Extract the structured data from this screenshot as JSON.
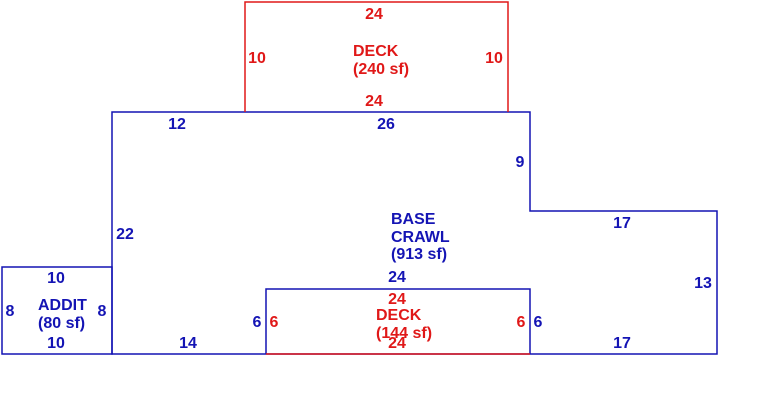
{
  "colors": {
    "base": "#1414b4",
    "deck": "#e01818",
    "background": "#ffffff"
  },
  "areas": {
    "deck_top": {
      "name": "DECK",
      "area": "(240 sf)"
    },
    "base": {
      "name_line1": "BASE",
      "name_line2": "CRAWL",
      "area": "(913 sf)"
    },
    "addit": {
      "name": "ADDIT",
      "area": "(80 sf)"
    },
    "deck_bottom": {
      "name": "DECK",
      "area": "(144 sf)"
    }
  },
  "dimensions": {
    "deck_top": {
      "top": "24",
      "bottom": "24",
      "left": "10",
      "right": "10"
    },
    "base": {
      "top_left": "12",
      "top_mid": "26",
      "right_upper": "9",
      "step": "17",
      "right_lower": "13",
      "bottom_right": "17",
      "left": "22",
      "bottom_left": "14",
      "inner_top": "24",
      "inner_left": "6",
      "inner_right": "6"
    },
    "addit": {
      "top": "10",
      "bottom": "10",
      "left": "8",
      "right": "8"
    },
    "deck_bottom": {
      "top": "24",
      "bottom": "24",
      "left": "6",
      "right": "6"
    }
  }
}
